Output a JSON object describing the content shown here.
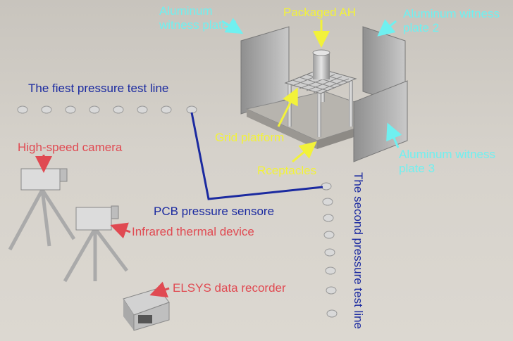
{
  "labels": {
    "witness1": "Aluminum\nwitness plate 1",
    "witness2": "Aluminum witness\nplate 2",
    "witness3": "Aluminum witness\nplate 3",
    "packaged": "Packaged AH",
    "grid": "Grid platform",
    "receptacles": "Rceptacles",
    "first_line": "The fiest pressure test line",
    "second_line": "The second pressure test line",
    "pcb": "PCB pressure sensore",
    "camera": "High-speed camera",
    "infrared": "Infrared thermal device",
    "elsys": "ELSYS data recorder"
  },
  "colors": {
    "cyan": "#6ff0f0",
    "yellow": "#f2f23a",
    "blue": "#1b2aa0",
    "red": "#e04a52"
  }
}
